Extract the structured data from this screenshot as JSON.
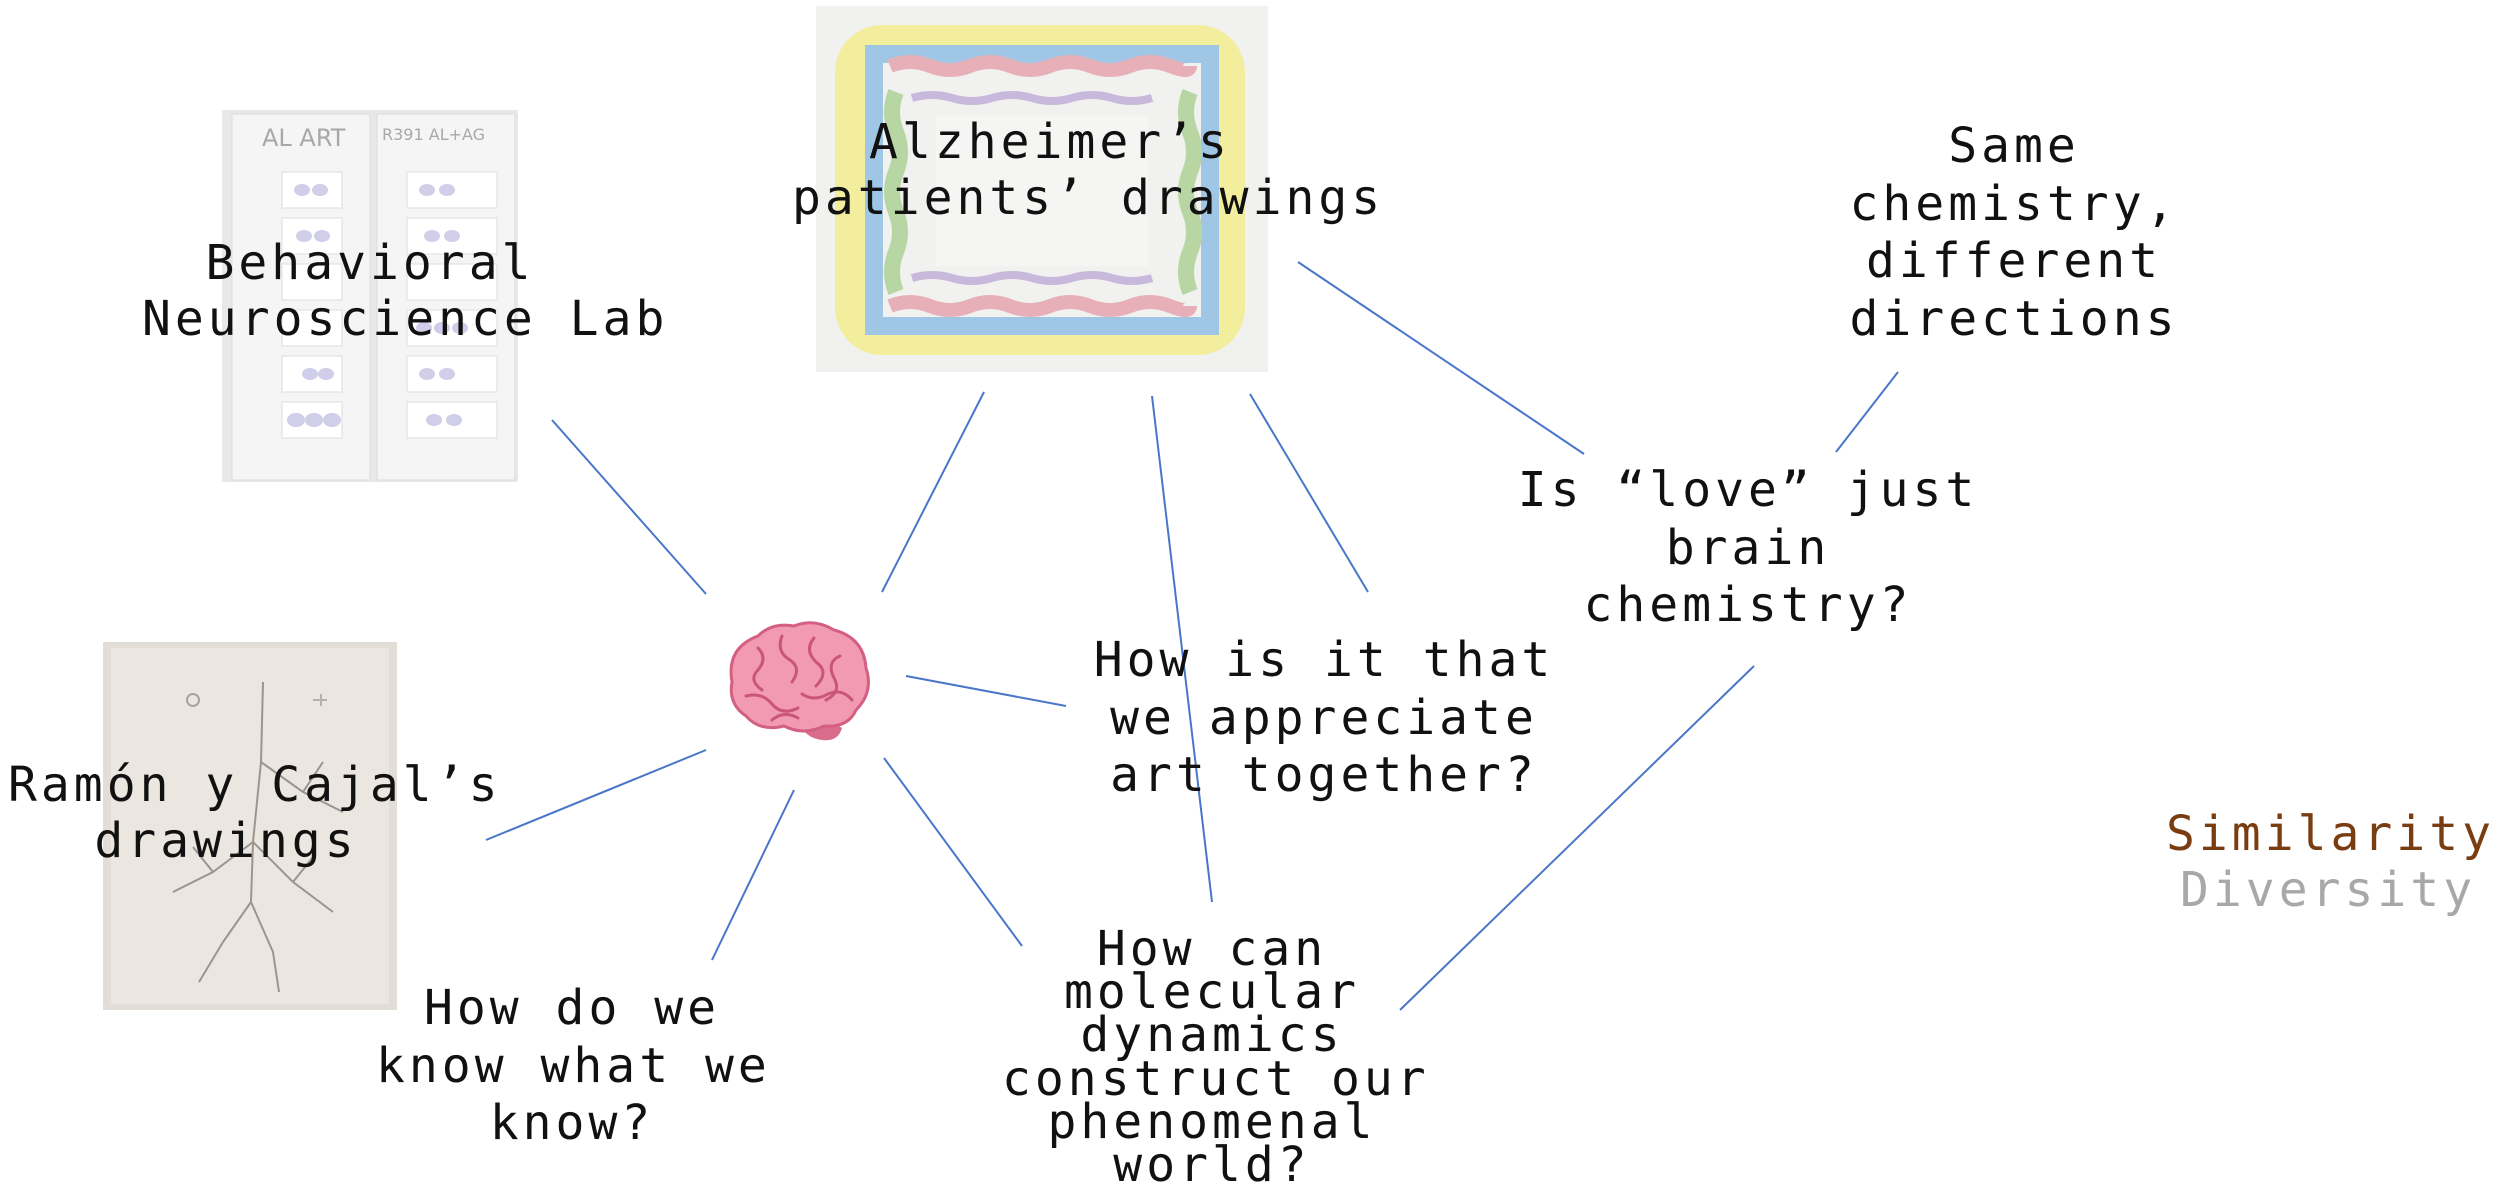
{
  "colors": {
    "connector": "#4a76c9",
    "similarity": "#7a3d12",
    "diversity": "#a8a8a8"
  },
  "photos": {
    "slides_label_left": "AL ART",
    "slides_label_right": "R391 AL+AG"
  },
  "nodes": {
    "lab": {
      "lines": [
        "Behavioral",
        "Neuroscience Lab"
      ]
    },
    "alzheimers": {
      "lines": [
        "Alzheimer’s",
        "patients’ drawings"
      ]
    },
    "same_chem": {
      "lines": [
        "Same",
        "chemistry,",
        "different",
        "directions"
      ]
    },
    "love": {
      "lines": [
        "Is “love” just",
        "brain",
        "chemistry?"
      ]
    },
    "appreciate": {
      "lines": [
        "How is it that",
        "we appreciate",
        "art together?"
      ]
    },
    "cajal": {
      "lines": [
        "Ramón y Cajal’s",
        "drawings"
      ]
    },
    "know": {
      "lines": [
        "How do we",
        "know what we",
        "know?"
      ]
    },
    "molecular": {
      "lines": [
        "How can",
        "molecular",
        "dynamics",
        "construct our",
        "phenomenal",
        "world?"
      ]
    }
  },
  "legend": {
    "similarity": "Similarity",
    "diversity": "Diversity"
  },
  "center_icon": "brain-icon"
}
